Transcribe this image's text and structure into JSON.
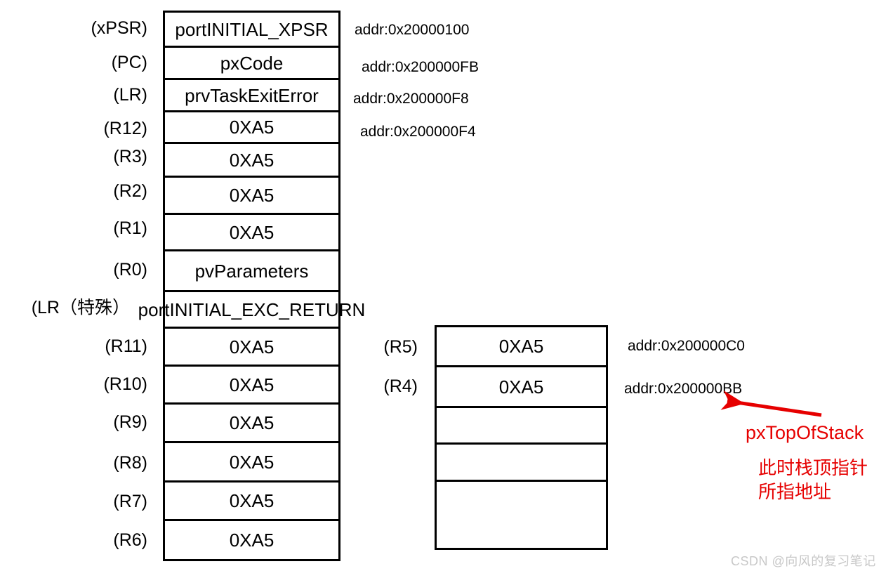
{
  "diagram": {
    "title": "FreeRTOS task stack initialization layout",
    "accent_red": "#e60000",
    "line_color": "#000000",
    "background": "#ffffff"
  },
  "main_stack": {
    "name": "initial-task-stack",
    "rows": [
      {
        "reg": "(xPSR)",
        "value": "portINITIAL_XPSR",
        "addr": "addr:0x20000100"
      },
      {
        "reg": "(PC)",
        "value": "pxCode",
        "addr": "addr:0x200000FB"
      },
      {
        "reg": "(LR)",
        "value": "prvTaskExitError",
        "addr": "addr:0x200000F8"
      },
      {
        "reg": "(R12)",
        "value": "0XA5",
        "addr": "addr:0x200000F4"
      },
      {
        "reg": "(R3)",
        "value": "0XA5",
        "addr": ""
      },
      {
        "reg": "(R2)",
        "value": "0XA5",
        "addr": ""
      },
      {
        "reg": "(R1)",
        "value": "0XA5",
        "addr": ""
      },
      {
        "reg": "(R0)",
        "value": "pvParameters",
        "addr": ""
      },
      {
        "reg": "(LR（特殊）",
        "value": "portINITIAL_EXC_RETURN",
        "addr": ""
      },
      {
        "reg": "(R11)",
        "value": "0XA5",
        "addr": ""
      },
      {
        "reg": "(R10)",
        "value": "0XA5",
        "addr": ""
      },
      {
        "reg": "(R9)",
        "value": "0XA5",
        "addr": ""
      },
      {
        "reg": "(R8)",
        "value": "0XA5",
        "addr": ""
      },
      {
        "reg": "(R7)",
        "value": "0XA5",
        "addr": ""
      },
      {
        "reg": "(R6)",
        "value": "0XA5",
        "addr": ""
      }
    ]
  },
  "continued_stack": {
    "name": "continued-task-stack",
    "rows": [
      {
        "reg": "(R5)",
        "value": "0XA5",
        "addr": "addr:0x200000C0"
      },
      {
        "reg": "(R4)",
        "value": "0XA5",
        "addr": "addr:0x200000BB"
      },
      {
        "reg": "",
        "value": "",
        "addr": ""
      },
      {
        "reg": "",
        "value": "",
        "addr": ""
      },
      {
        "reg": "",
        "value": "",
        "addr": ""
      }
    ]
  },
  "annotation": {
    "pointer_label": "pxTopOfStack",
    "note_line1": "此时栈顶指针",
    "note_line2": "所指地址",
    "arrow": "left-arrow-icon"
  },
  "watermark": {
    "text": "CSDN @向风的复习笔记"
  }
}
